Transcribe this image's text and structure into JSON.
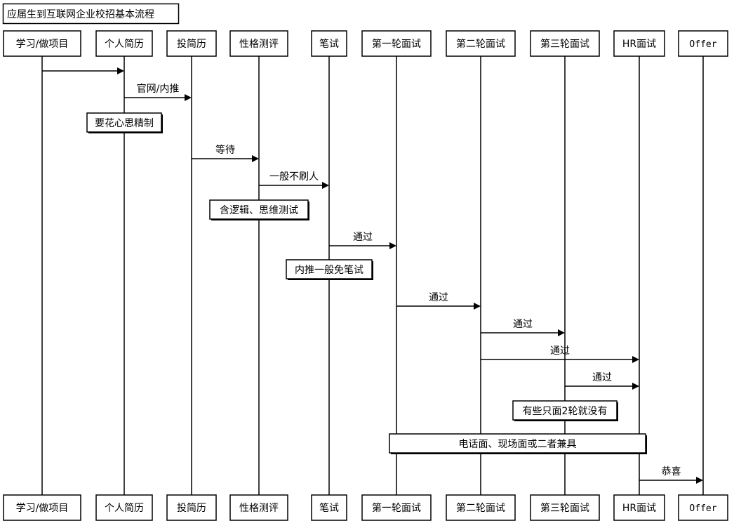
{
  "title": "应届生到互联网企业校招基本流程",
  "participants": [
    {
      "id": "study",
      "label": "学习/做项目"
    },
    {
      "id": "resume",
      "label": "个人简历"
    },
    {
      "id": "apply",
      "label": "投简历"
    },
    {
      "id": "personality",
      "label": "性格测评"
    },
    {
      "id": "written",
      "label": "笔试"
    },
    {
      "id": "r1",
      "label": "第一轮面试"
    },
    {
      "id": "r2",
      "label": "第二轮面试"
    },
    {
      "id": "r3",
      "label": "第三轮面试"
    },
    {
      "id": "hr",
      "label": "HR面试"
    },
    {
      "id": "offer",
      "label": "Offer"
    }
  ],
  "messages": [
    {
      "from": "study",
      "to": "resume",
      "label": ""
    },
    {
      "from": "resume",
      "to": "apply",
      "label": "官网/内推"
    },
    {
      "from": "apply",
      "to": "personality",
      "label": "等待"
    },
    {
      "from": "personality",
      "to": "written",
      "label": "一般不刷人"
    },
    {
      "from": "written",
      "to": "r1",
      "label": "通过"
    },
    {
      "from": "r1",
      "to": "r2",
      "label": "通过"
    },
    {
      "from": "r2",
      "to": "r3",
      "label": "通过"
    },
    {
      "from": "r2",
      "to": "hr",
      "label": "通过"
    },
    {
      "from": "r3",
      "to": "hr",
      "label": "通过"
    },
    {
      "from": "hr",
      "to": "offer",
      "label": "恭喜"
    }
  ],
  "notes": [
    {
      "over": [
        "resume"
      ],
      "text": "要花心思精制"
    },
    {
      "over": [
        "personality"
      ],
      "text": "含逻辑、思维测试"
    },
    {
      "over": [
        "written"
      ],
      "text": "内推一般免笔试"
    },
    {
      "over": [
        "r3"
      ],
      "text": "有些只面2轮就没有"
    },
    {
      "over": [
        "r1",
        "hr"
      ],
      "text": "电话面、现场面或二者兼具"
    }
  ]
}
